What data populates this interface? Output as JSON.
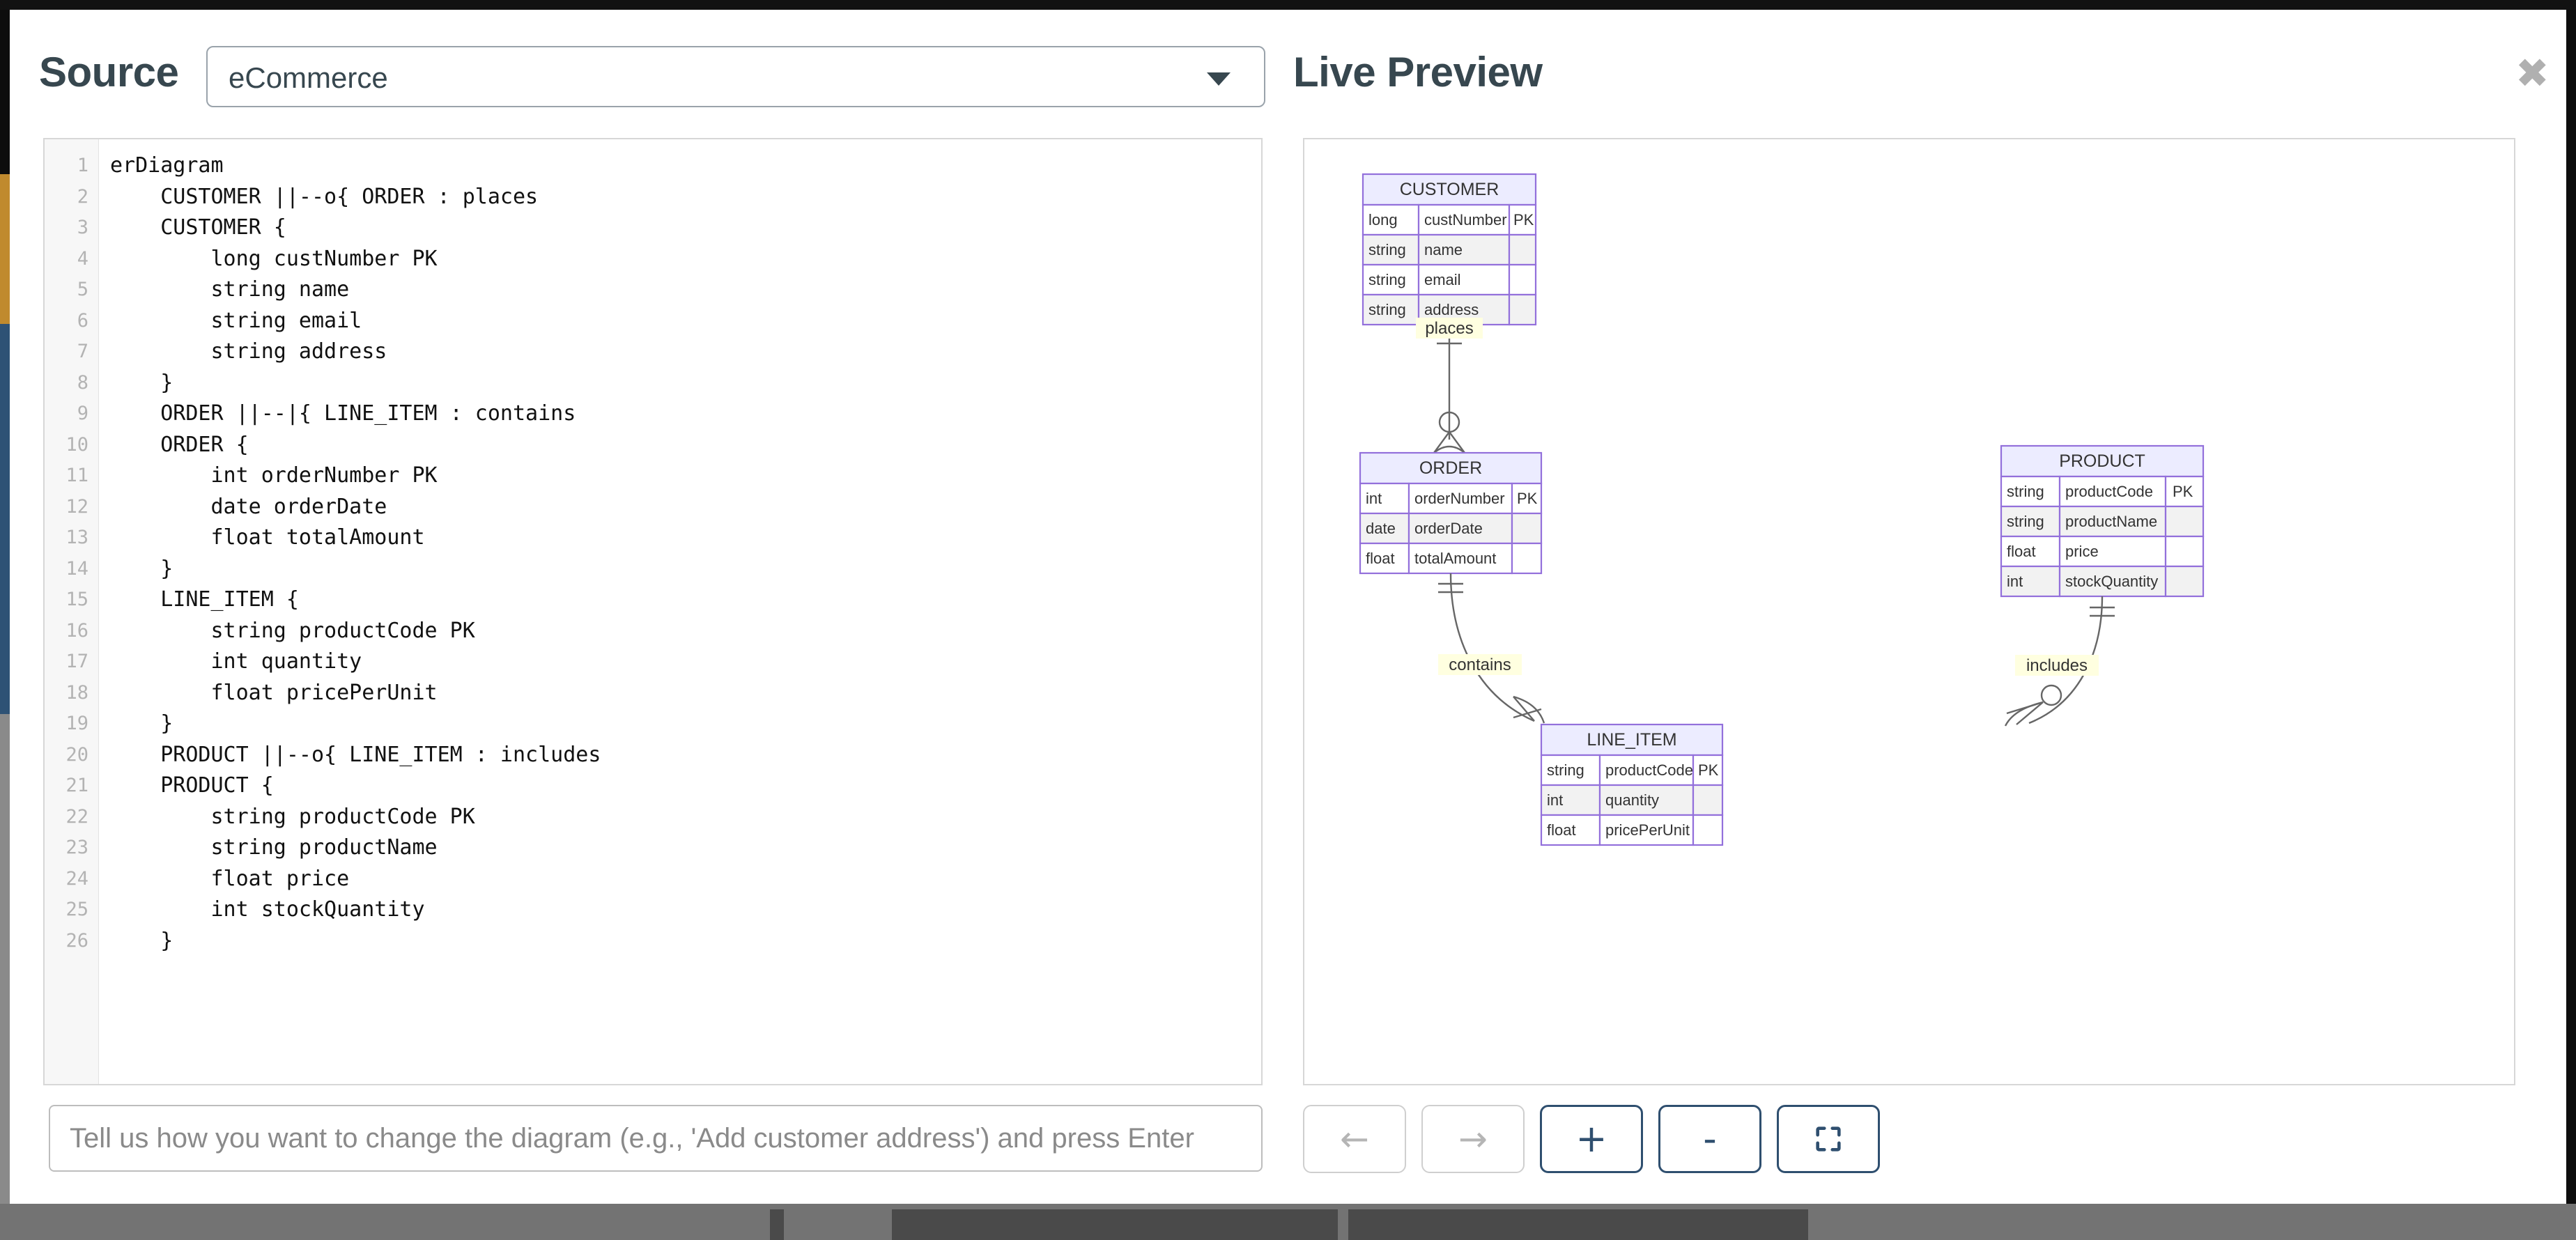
{
  "modal": {
    "source_label": "Source",
    "preview_label": "Live Preview",
    "close_label": "✖"
  },
  "source_select": {
    "value": "eCommerce",
    "chevron_icon": "chevron-down-icon"
  },
  "editor": {
    "lines": [
      "erDiagram",
      "    CUSTOMER ||--o{ ORDER : places",
      "    CUSTOMER {",
      "        long custNumber PK",
      "        string name",
      "        string email",
      "        string address",
      "    }",
      "    ORDER ||--|{ LINE_ITEM : contains",
      "    ORDER {",
      "        int orderNumber PK",
      "        date orderDate",
      "        float totalAmount",
      "    }",
      "    LINE_ITEM {",
      "        string productCode PK",
      "        int quantity",
      "        float pricePerUnit",
      "    }",
      "    PRODUCT ||--o{ LINE_ITEM : includes",
      "    PRODUCT {",
      "        string productCode PK",
      "        string productName",
      "        float price",
      "        int stockQuantity",
      "    }"
    ]
  },
  "prompt": {
    "placeholder": "Tell us how you want to change the diagram (e.g., 'Add customer address') and press Enter",
    "value": ""
  },
  "toolbar": {
    "buttons": [
      {
        "name": "undo-button",
        "icon": "arrow-left-icon",
        "glyph": "←",
        "style": "muted"
      },
      {
        "name": "redo-button",
        "icon": "arrow-right-icon",
        "glyph": "→",
        "style": "muted"
      },
      {
        "name": "zoom-in-button",
        "icon": "plus-icon",
        "glyph": "+",
        "style": "strong"
      },
      {
        "name": "zoom-out-button",
        "icon": "minus-icon",
        "glyph": "-",
        "style": "strong"
      },
      {
        "name": "fit-screen-button",
        "icon": "fit-screen-icon",
        "glyph": "",
        "style": "strong"
      }
    ]
  },
  "diagram": {
    "type": "er-diagram",
    "colors": {
      "entity_header_fill": "#ECECFF",
      "entity_border": "#9370DB",
      "row_alt_fill": "#F2F2F2",
      "row_fill": "#FFFFFF",
      "edge": "#666666",
      "label_bg": "#FFFFE0",
      "text": "#333333"
    },
    "entities": [
      {
        "name": "CUSTOMER",
        "attributes": [
          {
            "type": "long",
            "name": "custNumber",
            "key": "PK"
          },
          {
            "type": "string",
            "name": "name",
            "key": ""
          },
          {
            "type": "string",
            "name": "email",
            "key": ""
          },
          {
            "type": "string",
            "name": "address",
            "key": ""
          }
        ]
      },
      {
        "name": "ORDER",
        "attributes": [
          {
            "type": "int",
            "name": "orderNumber",
            "key": "PK"
          },
          {
            "type": "date",
            "name": "orderDate",
            "key": ""
          },
          {
            "type": "float",
            "name": "totalAmount",
            "key": ""
          }
        ]
      },
      {
        "name": "PRODUCT",
        "attributes": [
          {
            "type": "string",
            "name": "productCode",
            "key": "PK"
          },
          {
            "type": "string",
            "name": "productName",
            "key": ""
          },
          {
            "type": "float",
            "name": "price",
            "key": ""
          },
          {
            "type": "int",
            "name": "stockQuantity",
            "key": ""
          }
        ]
      },
      {
        "name": "LINE_ITEM",
        "attributes": [
          {
            "type": "string",
            "name": "productCode",
            "key": "PK"
          },
          {
            "type": "int",
            "name": "quantity",
            "key": ""
          },
          {
            "type": "float",
            "name": "pricePerUnit",
            "key": ""
          }
        ]
      }
    ],
    "relationships": [
      {
        "from": "CUSTOMER",
        "to": "ORDER",
        "label": "places",
        "notation": "||--o{"
      },
      {
        "from": "ORDER",
        "to": "LINE_ITEM",
        "label": "contains",
        "notation": "||--|{"
      },
      {
        "from": "PRODUCT",
        "to": "LINE_ITEM",
        "label": "includes",
        "notation": "||--o{"
      }
    ]
  }
}
